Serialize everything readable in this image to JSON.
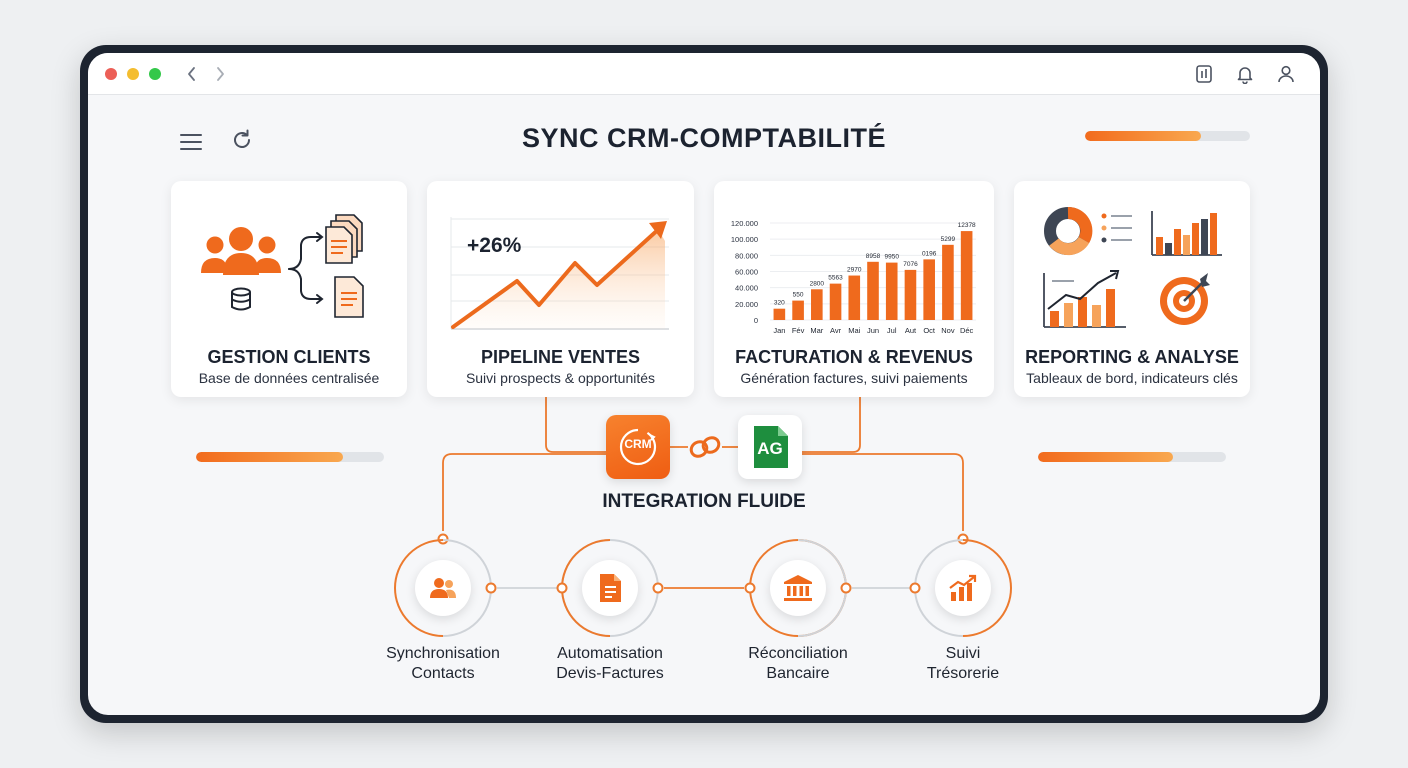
{
  "page": {
    "title": "SYNC CRM-COMPTABILITÉ",
    "integration_label": "INTEGRATION FLUIDE"
  },
  "progress": {
    "top_right": 0.7,
    "left": 0.78,
    "right": 0.72
  },
  "cards": [
    {
      "title": "GESTION CLIENTS",
      "subtitle": "Base de données centralisée"
    },
    {
      "title": "PIPELINE VENTES",
      "subtitle": "Suivi prospects & opportunités",
      "growth_label": "+26%"
    },
    {
      "title": "FACTURATION & REVENUS",
      "subtitle": "Génération factures, suivi paiements"
    },
    {
      "title": "REPORTING & ANALYSE",
      "subtitle": "Tableaux de bord, indicateurs clés"
    }
  ],
  "hubs": {
    "crm_label": "CRM",
    "ag_label": "AG"
  },
  "steps": [
    {
      "line1": "Synchronisation",
      "line2": "Contacts",
      "icon": "users-icon"
    },
    {
      "line1": "Automatisation",
      "line2": "Devis-Factures",
      "icon": "document-icon"
    },
    {
      "line1": "Réconciliation",
      "line2": "Bancaire",
      "icon": "bank-icon"
    },
    {
      "line1": "Suivi",
      "line2": "Trésorerie",
      "icon": "growth-chart-icon"
    }
  ],
  "colors": {
    "accent": "#f26b1d",
    "accent_light": "#f9a84f",
    "dark": "#1c2330",
    "ag_green": "#1e8e3e"
  },
  "chart_data": {
    "type": "bar",
    "categories": [
      "Jan",
      "Fév",
      "Mar",
      "Avr",
      "Mai",
      "Jun",
      "Jul",
      "Aut",
      "Oct",
      "Nov",
      "Déc"
    ],
    "values": [
      14000,
      24000,
      38000,
      45000,
      55000,
      72000,
      71000,
      62000,
      75000,
      93000,
      110000
    ],
    "data_labels": [
      "320",
      "550",
      "2800",
      "5563",
      "2970",
      "8958",
      "9950",
      "7076",
      "0196",
      "5299",
      "12378"
    ],
    "y_ticks": [
      "0",
      "20.000",
      "40.000",
      "60.000",
      "80.000",
      "100.000",
      "120.000"
    ],
    "ylim": [
      0,
      120000
    ],
    "grid": true
  }
}
